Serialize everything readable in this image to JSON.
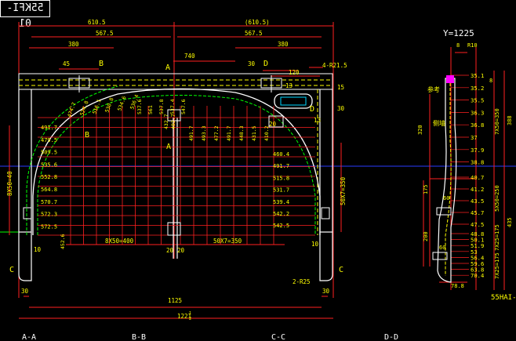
{
  "drawing_code": "55KFI-01",
  "footer_code": "55HAI-0",
  "y_label": "Y=1225",
  "section_labels": [
    "A-A",
    "B-B",
    "C-C",
    "D-D"
  ],
  "marks": {
    "A": "A",
    "B": "B",
    "C": "C",
    "D": "D"
  },
  "colors": {
    "background": "#000000",
    "geometry": "#ffffff",
    "dims": "#ff2020",
    "grid": "#ff2020",
    "text": "#ffff00",
    "cyan": "#00d8ff",
    "magenta": "#ff00ff",
    "blue": "#2a3cff",
    "green": "#00ff00"
  },
  "front_view": {
    "overall_dim": "1221",
    "overall_dim_sup": "1",
    "overall_dim_sub": "2",
    "half_width_left": "610.5",
    "half_width_right": "(610.5)",
    "half_inner_left": "567.5",
    "half_inner_right": "567.5",
    "top_dims": [
      "380",
      "740",
      "380",
      "30",
      "45",
      "120"
    ],
    "inner_width": "1125",
    "side_30_left": "30",
    "side_30_right": "30",
    "side_10_left": "10",
    "side_10_right": "10",
    "radius_top": "4-R21.5",
    "radius_bottom": "2-R25",
    "small_dims": [
      "15",
      "30",
      "13",
      "13",
      "20",
      "20"
    ],
    "left_height": "8X50=40",
    "right_height": "50X7=350",
    "bottom_left_spacing": "8X50=400",
    "bottom_right_spacing": "50X7=350",
    "left_row_labels": [
      "491.7",
      "479.5",
      "509.5",
      "535.6",
      "552.8",
      "564.8",
      "570.7",
      "572.3",
      "572.5"
    ],
    "right_row_labels": [
      "460.4",
      "491.7",
      "515.8",
      "531.7",
      "539.4",
      "542.2",
      "542.5"
    ],
    "top_arc_labels_left": [
      "474.7",
      "524.8",
      "516.1",
      "530.8",
      "534.6",
      "536.4"
    ],
    "top_arc_labels_mid": [
      "537.6",
      "561",
      "537.8",
      "537.4",
      "547.6"
    ],
    "top_arc_labels_right": [
      "491.7",
      "493.3",
      "477.2",
      "491.7",
      "448.3",
      "431.5",
      "410.2"
    ],
    "center_labels": [
      "432.7",
      "492.7"
    ],
    "bottom_labels": [
      "452.6"
    ],
    "inner_section_label": "20"
  },
  "side_view": {
    "top_dims": [
      "8",
      "R10"
    ],
    "values": [
      "35.1",
      "35.2",
      "35.5",
      "36.3",
      "36.8",
      "37",
      "37.9",
      "38.8",
      "40.7",
      "41.2",
      "43.5",
      "45.7",
      "47.5",
      "48.8",
      "50.1",
      "51.9",
      "53",
      "56.4",
      "59.6",
      "63.8",
      "70.4"
    ],
    "right_dims": [
      "7X50=350",
      "5X50=250",
      "7X25=175",
      "7X25=175"
    ],
    "right_totals": [
      "388",
      "435"
    ],
    "left_dims": [
      "320",
      "175",
      "200"
    ],
    "small_dims": [
      "60",
      "60",
      "8"
    ],
    "bottom_dim": "78.8",
    "label_a": "参考",
    "label_b": "侧墙"
  }
}
